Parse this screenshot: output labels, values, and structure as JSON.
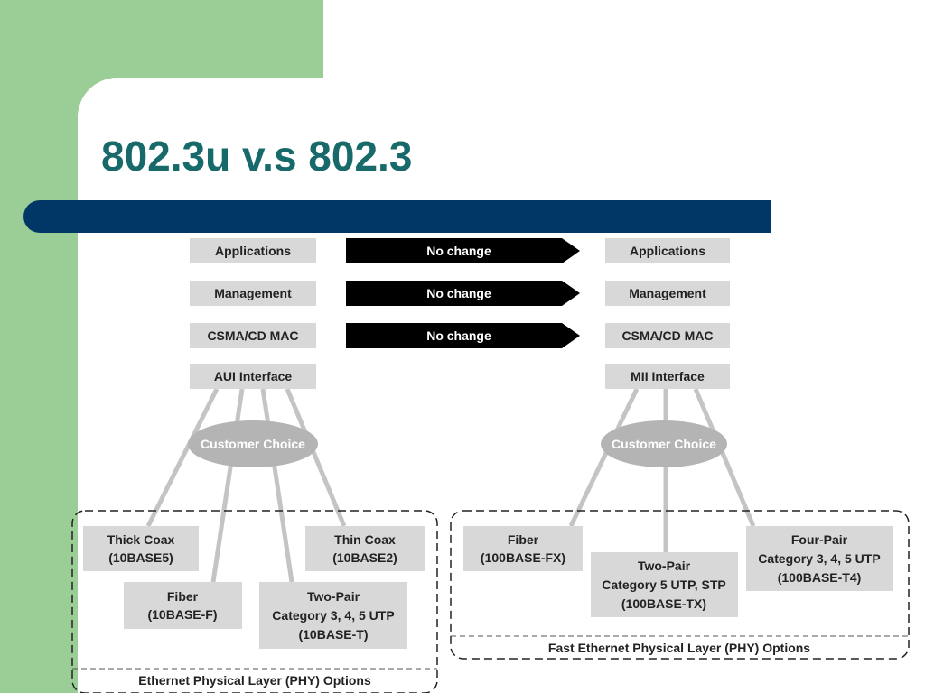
{
  "slide": {
    "title": "802.3u v.s 802.3",
    "colors": {
      "accent_green": "#9bcd97",
      "title_teal": "#17696a",
      "bar_navy": "#003767"
    }
  },
  "diagram": {
    "left_stack": {
      "applications": "Applications",
      "management": "Management",
      "mac": "CSMA/CD MAC",
      "interface": "AUI Interface"
    },
    "right_stack": {
      "applications": "Applications",
      "management": "Management",
      "mac": "CSMA/CD MAC",
      "interface": "MII Interface"
    },
    "arrows": [
      "No change",
      "No change",
      "No change"
    ],
    "left_choice": "Customer Choice",
    "right_choice": "Customer Choice",
    "left_phy": {
      "caption": "Ethernet Physical Layer (PHY) Options",
      "thick_coax": {
        "line1": "Thick Coax",
        "line2": "(10BASE5)"
      },
      "thin_coax": {
        "line1": "Thin Coax",
        "line2": "(10BASE2)"
      },
      "fiber": {
        "line1": "Fiber",
        "line2": "(10BASE-F)"
      },
      "two_pair": {
        "line1": "Two-Pair",
        "line2": "Category 3, 4, 5 UTP",
        "line3": "(10BASE-T)"
      }
    },
    "right_phy": {
      "caption": "Fast Ethernet Physical Layer (PHY) Options",
      "fiber": {
        "line1": "Fiber",
        "line2": "(100BASE-FX)"
      },
      "two_pair": {
        "line1": "Two-Pair",
        "line2": "Category 5 UTP, STP",
        "line3": "(100BASE-TX)"
      },
      "four_pair": {
        "line1": "Four-Pair",
        "line2": "Category 3, 4, 5 UTP",
        "line3": "(100BASE-T4)"
      }
    }
  }
}
